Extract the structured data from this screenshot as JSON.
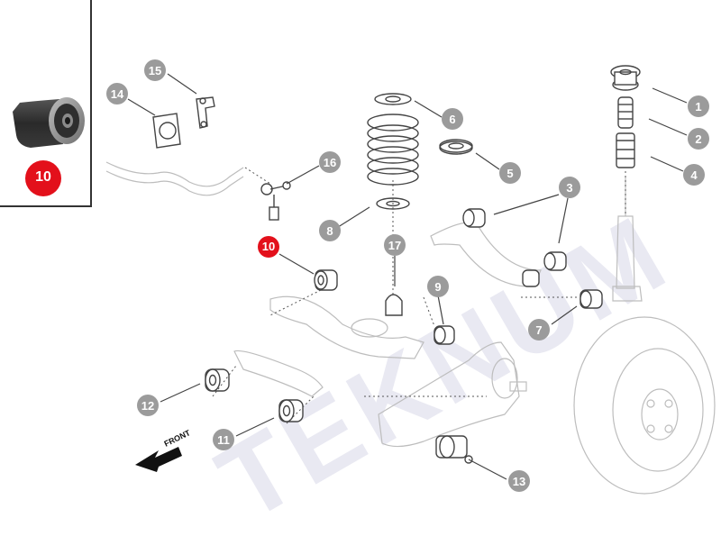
{
  "inset": {
    "number": "10"
  },
  "watermark": "TEKNUM",
  "front_label": "FRONT",
  "callouts": [
    {
      "id": "c1",
      "label": "1"
    },
    {
      "id": "c2",
      "label": "2"
    },
    {
      "id": "c3",
      "label": "3"
    },
    {
      "id": "c4",
      "label": "4"
    },
    {
      "id": "c5",
      "label": "5"
    },
    {
      "id": "c6",
      "label": "6"
    },
    {
      "id": "c7",
      "label": "7"
    },
    {
      "id": "c8",
      "label": "8"
    },
    {
      "id": "c9",
      "label": "9"
    },
    {
      "id": "c10",
      "label": "10"
    },
    {
      "id": "c11",
      "label": "11"
    },
    {
      "id": "c12",
      "label": "12"
    },
    {
      "id": "c13",
      "label": "13"
    },
    {
      "id": "c14",
      "label": "14"
    },
    {
      "id": "c15",
      "label": "15"
    },
    {
      "id": "c16",
      "label": "16"
    },
    {
      "id": "c17",
      "label": "17"
    }
  ],
  "colors": {
    "callout_grey": "#9b9b9b",
    "highlight_red": "#e3101b",
    "watermark": "#e9e9f2"
  }
}
